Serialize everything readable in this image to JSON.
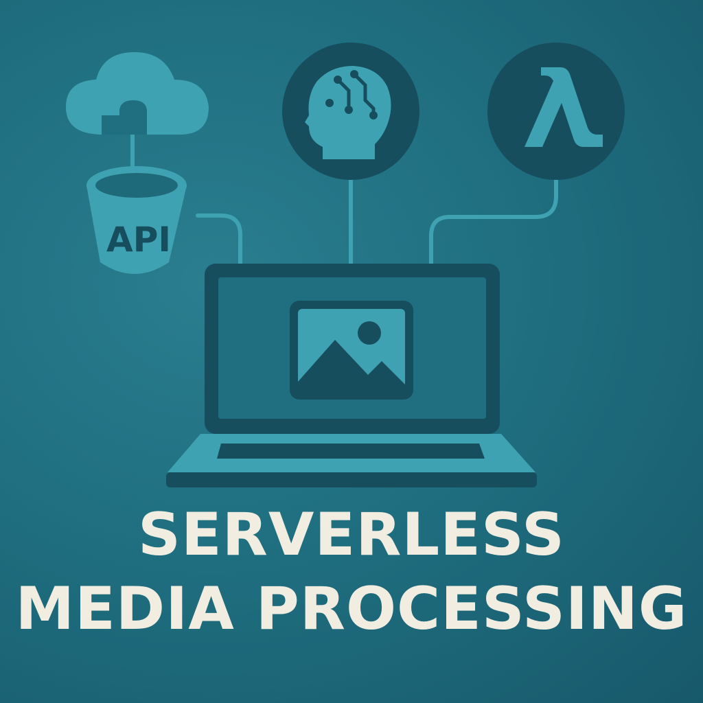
{
  "title": {
    "line1": "SERVERLESS",
    "line2": "MEDIA PROCESSING"
  },
  "nodes": {
    "storage_bucket": {
      "label": "API",
      "icon": "bucket-icon"
    },
    "cloud": {
      "icon": "cloud-icon"
    },
    "ai_service": {
      "icon": "ai-head-icon"
    },
    "compute_function": {
      "icon": "lambda-icon"
    },
    "client": {
      "icon": "laptop-icon",
      "screen_icon": "image-icon"
    }
  },
  "colors": {
    "background": "#1f6f80",
    "accent": "#3fa2b3",
    "dark": "#174e5e",
    "text": "#f2ede1"
  }
}
